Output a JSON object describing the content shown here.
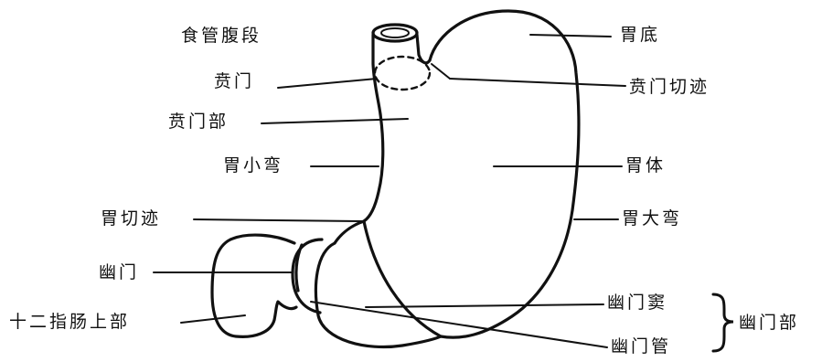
{
  "labels": {
    "esophagus_abdominal": "食管腹段",
    "cardia": "贲门",
    "cardiac_part": "贲门部",
    "lesser_curvature": "胃小弯",
    "angular_incisure": "胃切迹",
    "pylorus": "幽门",
    "duodenum_superior": "十二指肠上部",
    "fundus": "胃底",
    "cardiac_incisure": "贲门切迹",
    "body": "胃体",
    "greater_curvature": "胃大弯",
    "pyloric_antrum": "幽门窦",
    "pyloric_canal": "幽门管",
    "pyloric_part": "幽门部"
  },
  "colors": {
    "ink": "#111111",
    "background": "#ffffff"
  }
}
